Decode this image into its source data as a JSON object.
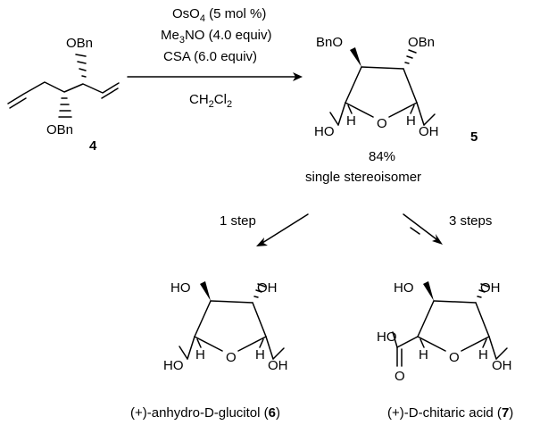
{
  "reagents": {
    "line1_prefix": "OsO",
    "line1_sub": "4",
    "line1_suffix": " (5 mol %)",
    "line2_prefix": "Me",
    "line2_sub": "3",
    "line2_suffix": "NO (4.0 equiv)",
    "line3": "CSA (6.0 equiv)",
    "solvent_a": "CH",
    "solvent_sub1": "2",
    "solvent_b": "Cl",
    "solvent_sub2": "2"
  },
  "compound4": {
    "number": "4",
    "obn_top": "OBn",
    "obn_bottom": "OBn"
  },
  "compound5": {
    "number": "5",
    "bno_left": "BnO",
    "obn_right": "OBn",
    "ho": "HO",
    "oh": "OH",
    "h_left": "H",
    "h_right": "H",
    "ring_o": "O",
    "yield": "84%",
    "selectivity": "single stereoisomer"
  },
  "arrows": {
    "left_label": "1 step",
    "right_label": "3 steps"
  },
  "compound6": {
    "number": "6",
    "name_prefix": "(+)-anhydro-D-glucitol (",
    "name_suffix": ")",
    "ho_top": "HO",
    "oh_top": "OH",
    "ho_bottom": "HO",
    "oh_bottom": "OH",
    "h_left": "H",
    "h_right": "H",
    "ring_o": "O"
  },
  "compound7": {
    "number": "7",
    "name_prefix": "(+)-D-chitaric acid (",
    "name_suffix": ")",
    "ho_top": "HO",
    "oh_top": "OH",
    "ho_acid": "HO",
    "carbonyl_o": "O",
    "oh_bottom": "OH",
    "h_left": "H",
    "h_right": "H",
    "ring_o": "O"
  }
}
